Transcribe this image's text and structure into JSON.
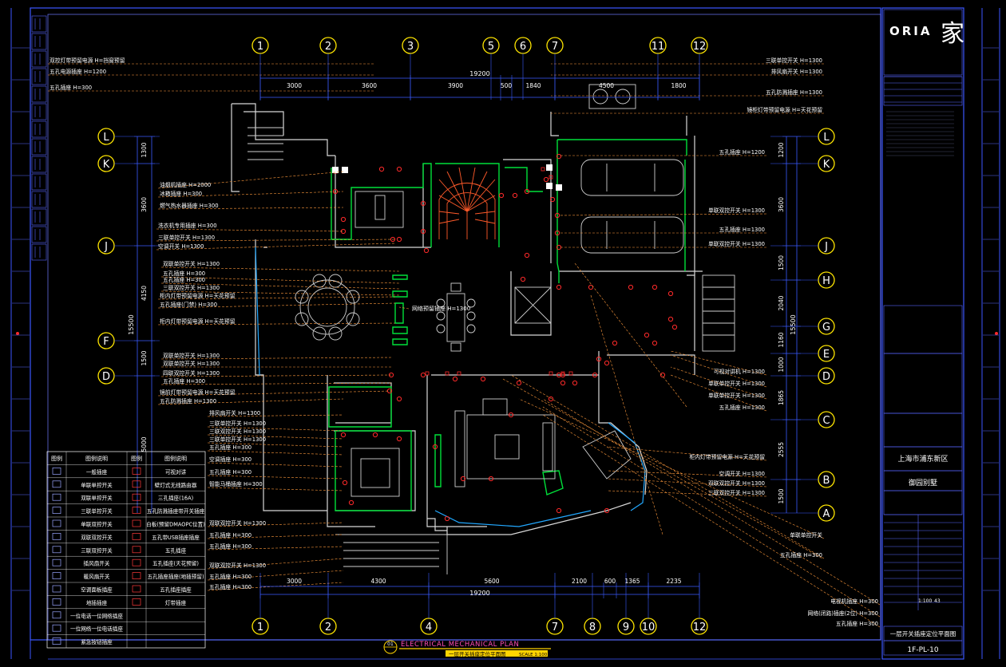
{
  "grid_top": [
    "1",
    "2",
    "3",
    "5",
    "6",
    "7",
    "11",
    "12"
  ],
  "grid_bottom": [
    "1",
    "2",
    "4",
    "7",
    "8",
    "9",
    "10",
    "12"
  ],
  "grid_left": [
    "L",
    "K",
    "J",
    "F",
    "D"
  ],
  "grid_right": [
    "L",
    "K",
    "J",
    "H",
    "G",
    "E",
    "D",
    "C",
    "B",
    "A"
  ],
  "dims_top": {
    "total": "19200",
    "segments": [
      "3000",
      "3600",
      "3900",
      "500",
      "1840",
      "4500",
      "1800"
    ]
  },
  "dims_bottom": {
    "total": "19200",
    "segments": [
      "3000",
      "4300",
      "5600",
      "2100",
      "600",
      "1365",
      "2235"
    ]
  },
  "dims_left": {
    "total": "15500",
    "segments": [
      "1300",
      "3600",
      "4150",
      "1500",
      "5000"
    ]
  },
  "dims_right": {
    "total": "15500",
    "segments": [
      "1200",
      "3600",
      "1500",
      "2040",
      "1160",
      "1000",
      "1865",
      "2555",
      "1500"
    ]
  },
  "annotations_top_left": [
    "五孔插座 H=300",
    "五孔电源插座 H=1200",
    "双控灯带预留电源 H=挡窗预留"
  ],
  "annotations_top_right": [
    "三联单控开关 H=1300",
    "排风扇开关 H=1300",
    "五孔防溅插座 H=1300",
    "镜柜灯带预留电源 H=天花预留"
  ],
  "annotations_left": [
    "油烟机插座 H=2000",
    "冰箱插座 H=300",
    "燃气热水器插座 H=300",
    "洗衣机专用插座 H=300",
    "三联单控开关 H=1300",
    "空调开关 H=1300",
    "双联单控开关 H=1300",
    "五孔插座 H=300",
    "五孔插座 H=300",
    "三联双控开关 H=1300",
    "柜内灯带预留电源 H=天花预留",
    "五孔插座(门禁) H=300",
    "柜内灯带预留电源 H=天花预留",
    "双联单控开关 H=1300",
    "双联单控开关 H=1300",
    "四联双控开关 H=1300",
    "五孔插座 H=300",
    "镜前灯带预留电源 H=天花预留",
    "五孔防溅插座 H=1300",
    "排风扇开关 H=1300",
    "三联单控开关 H=1300",
    "三联双控开关 H=1300",
    "三联单控开关 H=1300",
    "五孔插座 H=300",
    "空调插座 H=300",
    "五孔插座 H=300",
    "智能马桶插座 H=300",
    "双联双控开关 H=1300",
    "五孔插座 H=300",
    "五孔插座 H=300",
    "双联双控开关 H=1300",
    "五孔插座 H=300",
    "五孔插座 H=300"
  ],
  "annotations_right": [
    "五孔插座 H=1200",
    "单联双控开关 H=1300",
    "五孔插座 H=1300",
    "单联双控开关 H=1300",
    "可视对讲机 H=1300",
    "单联单控开关 H=1300",
    "单联单控开关 H=1300",
    "五孔插座 H=1300",
    "柜内灯带预留电源 H=天花预留",
    "空调开关 H=1300",
    "双联双控开关 H=1300",
    "三联双控开关 H=1300",
    "单联单控开关",
    "五孔插座 H=300"
  ],
  "annotations_center": [
    "网络预留插座 H=1300"
  ],
  "annotations_bottom_right": [
    "电视机插座 H=300",
    "网络(闭路)插座(2位) H=300",
    "五孔插座 H=300"
  ],
  "legend": {
    "headers": [
      "图例",
      "图例说明",
      "图例",
      "图例说明"
    ],
    "rows": [
      [
        "一般插座",
        "可视对讲"
      ],
      [
        "单联单控开关",
        "壁灯式无线路由器"
      ],
      [
        "双联单控开关",
        "三孔插座(16A)"
      ],
      [
        "三联单控开关",
        "五孔防溅插座带开关插座"
      ],
      [
        "单联双控开关",
        "白板(预留DMAOPC位置)"
      ],
      [
        "双联双控开关",
        "五孔带USB插座插座"
      ],
      [
        "三联双控开关",
        "五孔插座"
      ],
      [
        "插风扇开关",
        "五孔插座(天花预留)"
      ],
      [
        "暖风扇开关",
        "五孔插座插座(地插预留)"
      ],
      [
        "空调面板插座",
        "五孔插座插座"
      ],
      [
        "地插插座",
        "灯带插座"
      ],
      [
        "一位电话一位网络插座",
        ""
      ],
      [
        "一位网络一位电话插座",
        ""
      ],
      [
        "紧急按钮插座",
        ""
      ]
    ]
  },
  "plan_title": "ELECTRICAL MECHANICAL PLAN",
  "plan_subtitle": "一层开关插座定位平面图",
  "plan_scale": "SCALE 1:100",
  "plan_tag": "01",
  "title_block": {
    "brand": "ORIA",
    "brand_glyph": "家",
    "client": "上海市浦东新区",
    "project": "御园别墅",
    "drawing_title": "一层开关插座定位平面图",
    "drawing_no": "1F-PL-10",
    "page": "43",
    "scale_label": "1:100"
  }
}
